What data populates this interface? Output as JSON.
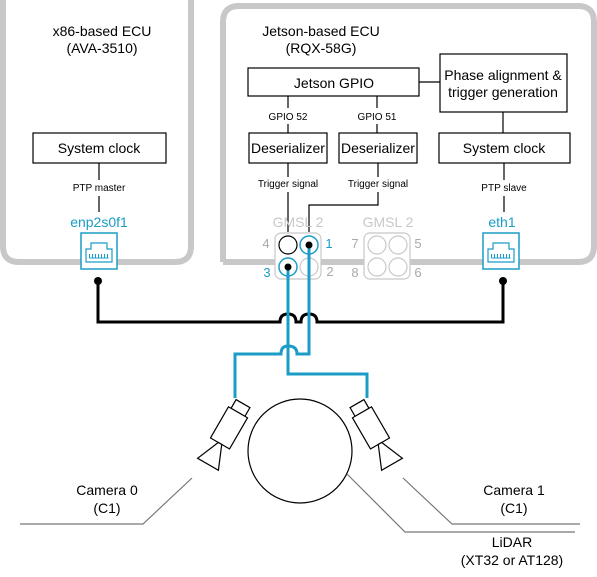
{
  "ecu_left": {
    "title": "x86-based ECU",
    "model": "(AVA-3510)"
  },
  "ecu_right": {
    "title": "Jetson-based ECU",
    "model": "(RQX-58G)"
  },
  "left_clock": {
    "label": "System clock",
    "role": "PTP master",
    "port": "enp2s0f1"
  },
  "right_clock": {
    "label": "System clock",
    "role": "PTP slave",
    "port": "eth1"
  },
  "gpio": {
    "label": "Jetson GPIO",
    "pin_a": "GPIO 52",
    "pin_b": "GPIO 51"
  },
  "phase": {
    "line1": "Phase alignment &",
    "line2": "trigger generation"
  },
  "deser_a": {
    "label": "Deserializer",
    "signal": "Trigger signal"
  },
  "deser_b": {
    "label": "Deserializer",
    "signal": "Trigger signal"
  },
  "gmsl_a": {
    "label": "GMSL 2",
    "ports": [
      "4",
      "1",
      "3",
      "2"
    ]
  },
  "gmsl_b": {
    "label": "GMSL 2",
    "ports": [
      "7",
      "5",
      "8",
      "6"
    ]
  },
  "camera0": {
    "line1": "Camera 0",
    "line2": "(C1)"
  },
  "camera1": {
    "line1": "Camera 1",
    "line2": "(C1)"
  },
  "lidar": {
    "line1": "LiDAR",
    "line2": "(XT32 or AT128)"
  },
  "colors": {
    "accent": "#1a9cc6",
    "frame": "#c8c8c8",
    "line": "#000000"
  },
  "icons": {
    "ethernet_port": "ethernet-port-icon",
    "gmsl_connector": "gmsl-connector-icon"
  }
}
